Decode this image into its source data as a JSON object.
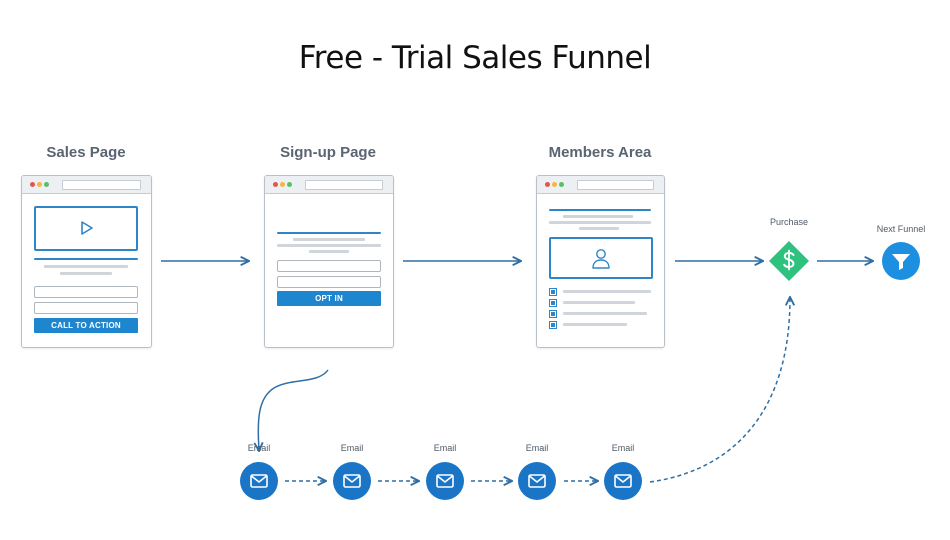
{
  "title": "Free - Trial Sales Funnel",
  "pages": {
    "sales": {
      "label": "Sales Page",
      "cta": "CALL TO ACTION"
    },
    "signup": {
      "label": "Sign-up Page",
      "cta": "OPT IN"
    },
    "members": {
      "label": "Members Area"
    }
  },
  "purchase": {
    "label": "Purchase"
  },
  "next_funnel": {
    "label": "Next Funnel"
  },
  "emails": [
    {
      "label": "Email"
    },
    {
      "label": "Email"
    },
    {
      "label": "Email"
    },
    {
      "label": "Email"
    },
    {
      "label": "Email"
    }
  ],
  "colors": {
    "accent": "#1d86cf",
    "email_node": "#1b75c6",
    "purchase_diamond": "#2ec27e",
    "connector": "#2f6fa3"
  },
  "icons": {
    "video": "play-icon",
    "member": "user-icon",
    "purchase": "dollar-icon",
    "next_funnel": "funnel-icon",
    "email": "envelope-icon"
  }
}
